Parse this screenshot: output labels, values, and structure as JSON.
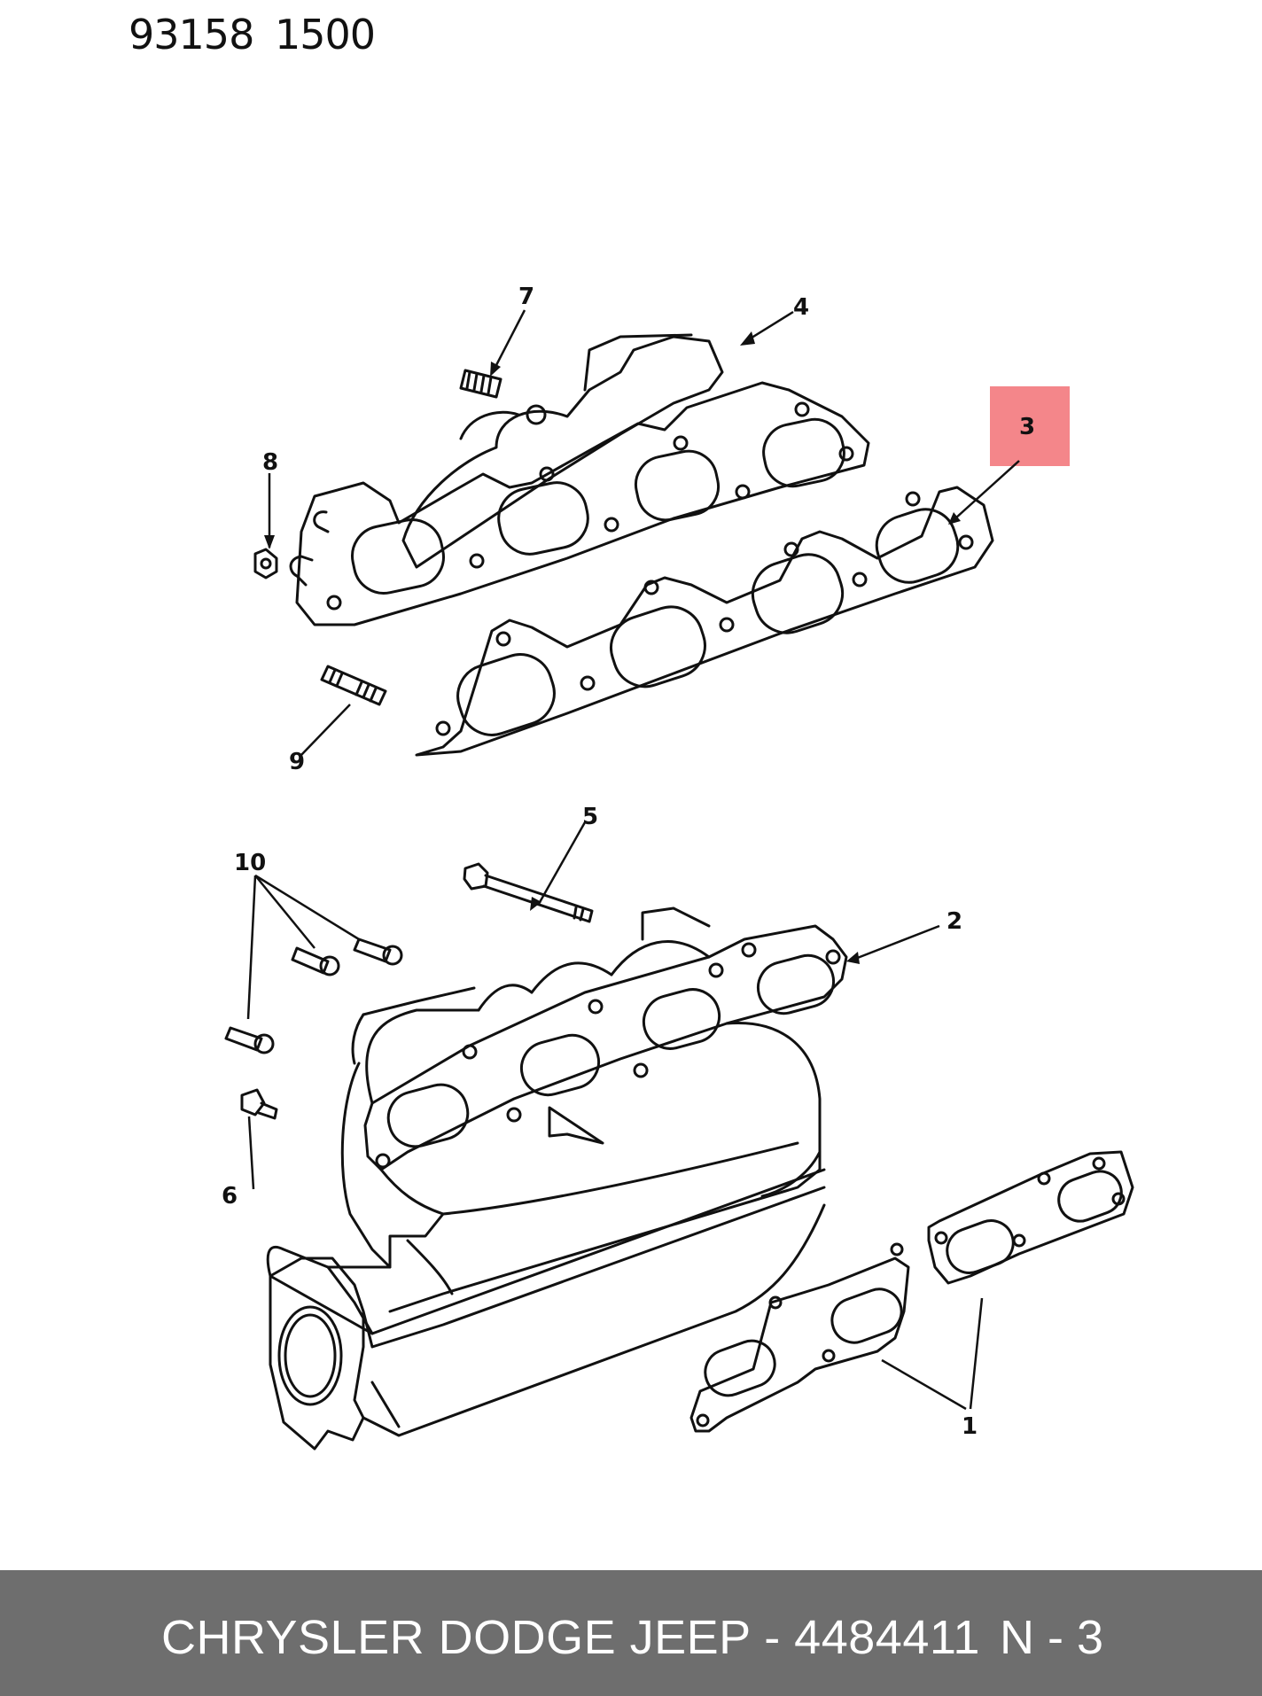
{
  "header": {
    "diagram_code": "93158 1500"
  },
  "callouts": [
    {
      "id": "1",
      "label": "1"
    },
    {
      "id": "2",
      "label": "2"
    },
    {
      "id": "3",
      "label": "3",
      "highlighted": true
    },
    {
      "id": "4",
      "label": "4"
    },
    {
      "id": "5",
      "label": "5"
    },
    {
      "id": "6",
      "label": "6"
    },
    {
      "id": "7",
      "label": "7"
    },
    {
      "id": "8",
      "label": "8"
    },
    {
      "id": "9",
      "label": "9"
    },
    {
      "id": "10",
      "label": "10"
    }
  ],
  "colors": {
    "highlight": "#f4868a",
    "footer_bg": "#6e6e6e",
    "line": "#111111"
  },
  "footer": {
    "text": "CHRYSLER DODGE JEEP - 4484411",
    "suffix": "N - 3"
  }
}
